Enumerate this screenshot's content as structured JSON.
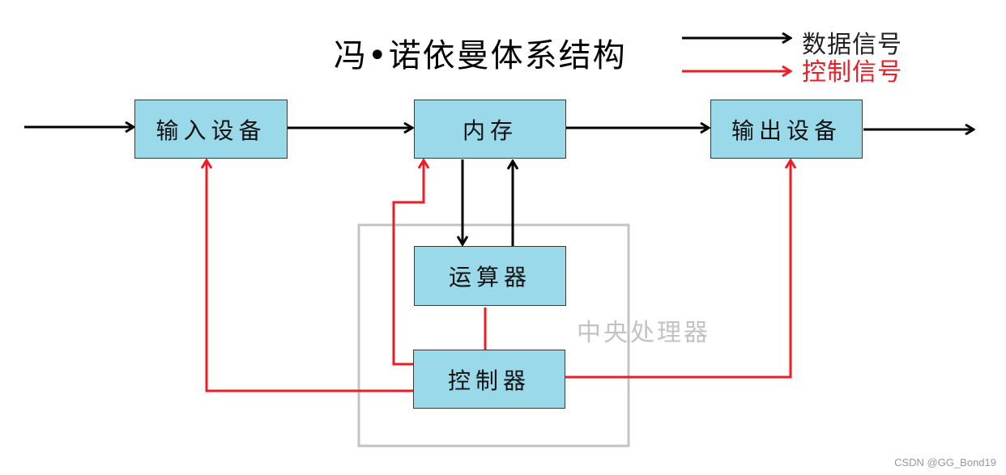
{
  "title": "冯•诺依曼体系结构",
  "legend": {
    "data_signal": "数据信号",
    "control_signal": "控制信号"
  },
  "colors": {
    "data_line": "#000000",
    "control_line": "#ee1c25",
    "box_fill": "#99d9ea",
    "cpu_border": "#c3c3c3"
  },
  "nodes": {
    "input": "输入设备",
    "memory": "内存",
    "output": "输出设备",
    "alu": "运算器",
    "controller": "控制器",
    "cpu": "中央处理器"
  },
  "edges": [
    {
      "from": "external",
      "to": "input",
      "type": "data"
    },
    {
      "from": "input",
      "to": "memory",
      "type": "data"
    },
    {
      "from": "memory",
      "to": "output",
      "type": "data"
    },
    {
      "from": "output",
      "to": "external",
      "type": "data"
    },
    {
      "from": "memory",
      "to": "alu",
      "type": "data"
    },
    {
      "from": "alu",
      "to": "memory",
      "type": "data"
    },
    {
      "from": "controller",
      "to": "input",
      "type": "control"
    },
    {
      "from": "controller",
      "to": "memory",
      "type": "control"
    },
    {
      "from": "controller",
      "to": "output",
      "type": "control"
    },
    {
      "from": "controller",
      "to": "alu",
      "type": "control"
    }
  ],
  "watermark": "CSDN @GG_Bond19"
}
